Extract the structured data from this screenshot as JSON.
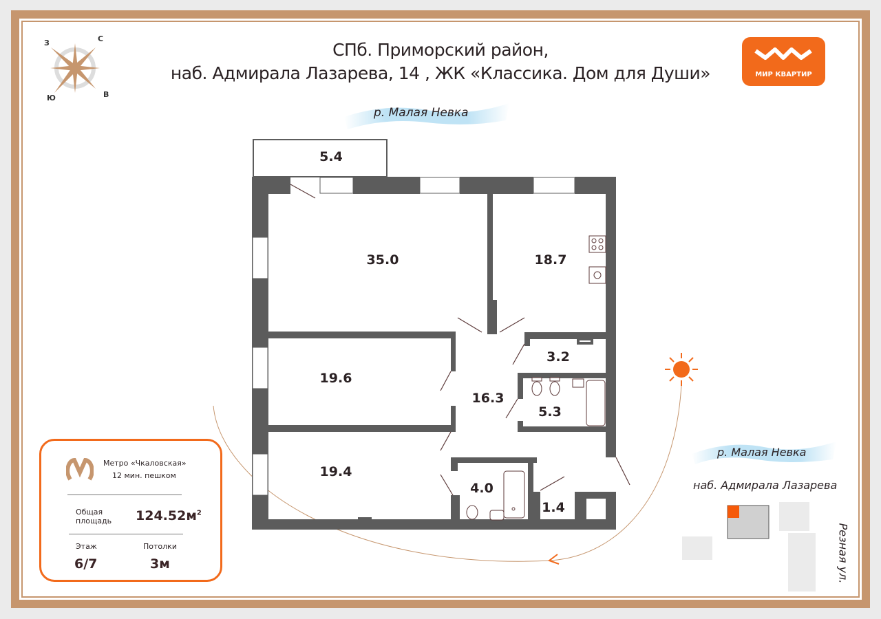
{
  "header": {
    "line1": "СПб. Приморский район,",
    "line2": "наб. Адмирала Лазарева, 14 , ЖК «Классика. Дом для Души»"
  },
  "logo": {
    "text": "МИР КВАРТИР",
    "color": "#f26a1b"
  },
  "compass": {
    "north": "С",
    "south": "Ю",
    "east": "В",
    "west": "З"
  },
  "river_top": "р. Малая Невка",
  "rooms": [
    {
      "name": "balcony",
      "area": "5.4"
    },
    {
      "name": "living-room",
      "area": "35.0"
    },
    {
      "name": "kitchen",
      "area": "18.7"
    },
    {
      "name": "storage",
      "area": "3.2"
    },
    {
      "name": "bedroom-1",
      "area": "19.6"
    },
    {
      "name": "hall",
      "area": "16.3"
    },
    {
      "name": "bathroom-1",
      "area": "5.3"
    },
    {
      "name": "bedroom-2",
      "area": "19.4"
    },
    {
      "name": "bathroom-2",
      "area": "4.0"
    },
    {
      "name": "wc",
      "area": "1.4"
    }
  ],
  "info": {
    "metro": "Метро «Чкаловская»",
    "walk": "12 мин. пешком",
    "area_label_1": "Общая",
    "area_label_2": "площадь",
    "area_value": "124.52м",
    "area_sup": "2",
    "floor_label": "Этаж",
    "floor_value": "6/7",
    "ceiling_label": "Потолки",
    "ceiling_value": "3м"
  },
  "map": {
    "river": "р. Малая Невка",
    "embankment": "наб. Адмирала Лазарева",
    "street": "Резная ул."
  },
  "colors": {
    "accent": "#f26a1b",
    "wall": "#5c5c5c",
    "frame": "#c6966e",
    "river": "#bfe3f5"
  }
}
